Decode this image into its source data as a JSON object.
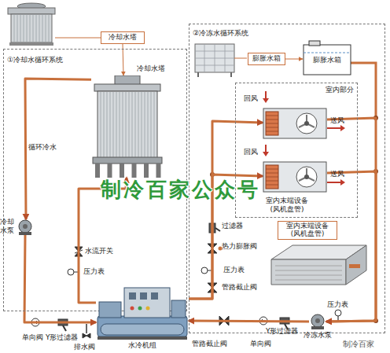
{
  "diagram": {
    "nodes": [
      {
        "text": [
          "①冷却水循环系统"
        ]
      },
      {
        "text": [
          "②冷冻水循环系统"
        ]
      },
      {
        "text": [
          "冷却水塔"
        ]
      },
      {
        "text": [
          "冷却水塔"
        ],
        "in": 0
      },
      {
        "text": [
          "冷却水泵"
        ],
        "in": 0
      },
      {
        "text": [
          "水冷机组"
        ]
      },
      {
        "text": [
          "膨胀水箱"
        ],
        "in": 1
      },
      {
        "text": [
          "膨胀水箱"
        ],
        "in": 1
      },
      {
        "text": [
          "室内部分"
        ],
        "in": 1
      },
      {
        "text": [
          "回风",
          "送风"
        ],
        "in": 8
      },
      {
        "text": [
          "回风",
          "送风"
        ],
        "in": 8
      },
      {
        "text": [
          "室内末端设备(风机盘管)"
        ],
        "in": 1
      },
      {
        "text": [
          "冷冻水泵"
        ],
        "in": 1
      }
    ],
    "edges": [
      {
        "from": 2,
        "to": 3,
        "arrow": "to"
      },
      {
        "from": 6,
        "to": 7,
        "arrow": "to"
      },
      {
        "from": 3,
        "to": 4,
        "label": "循环冷水",
        "arrow": "to"
      },
      {
        "from": 4,
        "to": 5,
        "arrow": "to"
      },
      {
        "from": 5,
        "to": 3,
        "arrow": "to"
      },
      {
        "from": 5,
        "to": 9,
        "arrow": "to"
      },
      {
        "from": 5,
        "to": 10,
        "arrow": "to"
      },
      {
        "from": 9,
        "to": 12,
        "arrow": "to"
      },
      {
        "from": 10,
        "to": 12,
        "arrow": "to"
      },
      {
        "from": 12,
        "to": 5,
        "arrow": "to"
      }
    ],
    "labels": [
      "水流开关",
      "压力表",
      "单向阀",
      "Y形过滤器",
      "排水阀",
      "室内末端设备(风机盘管)",
      "过滤器",
      "热力膨胀阀",
      "压力表",
      "管路截止阀",
      "管路截止阀",
      "单向阀",
      "Y形过滤器",
      "压力表",
      "制冷百家公众号",
      "制冷百家"
    ]
  }
}
